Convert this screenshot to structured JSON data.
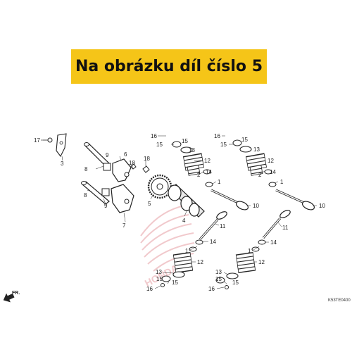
{
  "banner": {
    "text": "Na obrázku díl číslo 5",
    "color": "#f5c518"
  },
  "diagram_code": "K53TE0400",
  "direction_label": "FR.",
  "watermark": "HONDA",
  "labels": {
    "p17": "17",
    "p3": "3",
    "p8a": "8",
    "p9a": "9",
    "p6": "6",
    "p18a": "18",
    "p18b": "18",
    "p8b": "8",
    "p9b": "9",
    "p7": "7",
    "p5": "5",
    "p4": "4",
    "p16a": "16",
    "p15a": "15",
    "p15b": "15",
    "p13a": "13",
    "p12a": "12",
    "p2a": "2",
    "p14a": "14",
    "p1a": "1",
    "p10a": "10",
    "p11a": "11",
    "p14b": "14",
    "p1b": "1",
    "p12b": "12",
    "p13b": "13",
    "p15c": "15",
    "p16b": "16",
    "p15d": "15",
    "p16c": "16",
    "p15e": "15",
    "p15f": "15",
    "p13c": "13",
    "p12c": "12",
    "p2b": "2",
    "p14c": "14",
    "p1c": "1",
    "p10b": "10",
    "p11b": "11",
    "p14d": "14",
    "p1d": "1",
    "p12d": "12",
    "p13d": "13",
    "p15g": "15",
    "p16d": "16",
    "p15h": "15"
  }
}
